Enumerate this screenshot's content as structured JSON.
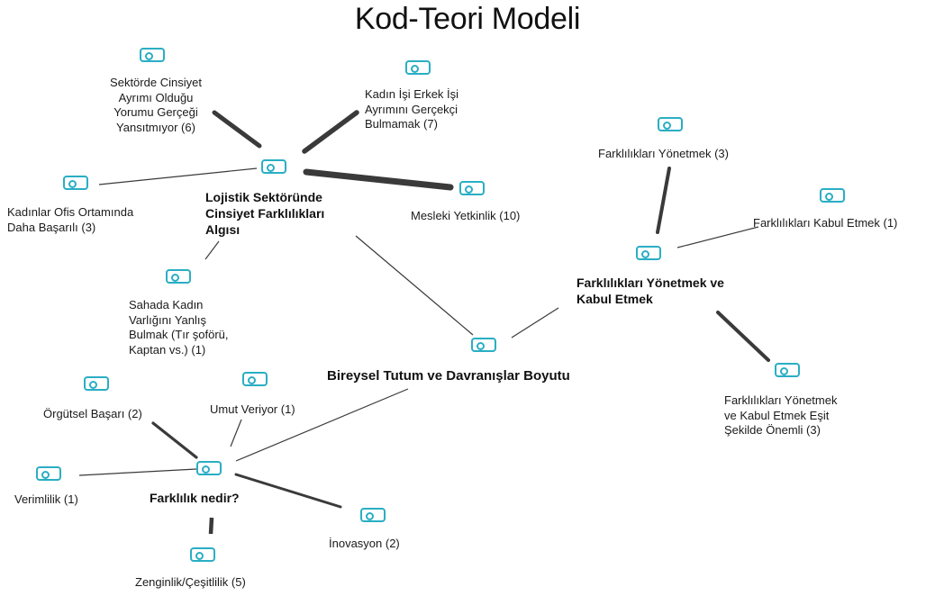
{
  "title": "Kod-Teori Modeli",
  "colors": {
    "icon": "#2aaec4",
    "edge": "#3a3a3a",
    "text": "#1a1a1a"
  },
  "hubs": {
    "lojistik": "Lojistik Sektöründe\nCinsiyet Farklılıkları\nAlgısı",
    "bireysel": "Bireysel Tutum ve Davranışlar Boyutu",
    "farkliliklar_yonetmek_kabul": "Farklılıkları Yönetmek ve\nKabul Etmek",
    "farklilik_nedir": "Farklılık nedir?"
  },
  "codes": {
    "sektorde_cinsiyet": "Sektörde Cinsiyet\nAyrımı Olduğu\nYorumu Gerçeği\nYansıtmıyor (6)",
    "kadin_isi": "Kadın İşi Erkek İşi\nAyrımını Gerçekçi\nBulmamak (7)",
    "kadinlar_ofis": "Kadınlar Ofis Ortamında\nDaha Başarılı (3)",
    "mesleki_yetkinlik": "Mesleki Yetkinlik (10)",
    "sahada_kadin": "Sahada Kadın\nVarlığını Yanlış\nBulmak (Tır şoförü,\nKaptan vs.) (1)",
    "farkliliklari_yonetmek": "Farklılıkları Yönetmek (3)",
    "farkliliklari_kabul": "Farklılıkları Kabul Etmek (1)",
    "esit_onemli": "Farklılıkları Yönetmek\nve Kabul Etmek Eşit\nŞekilde Önemli (3)",
    "orgutsel_basari": "Örgütsel Başarı (2)",
    "umut_veriyor": "Umut Veriyor (1)",
    "verimlilik": "Verimlilik (1)",
    "inovasyon": "İnovasyon (2)",
    "zenginlik": "Zenginlik/Çeşitlilik (5)"
  }
}
